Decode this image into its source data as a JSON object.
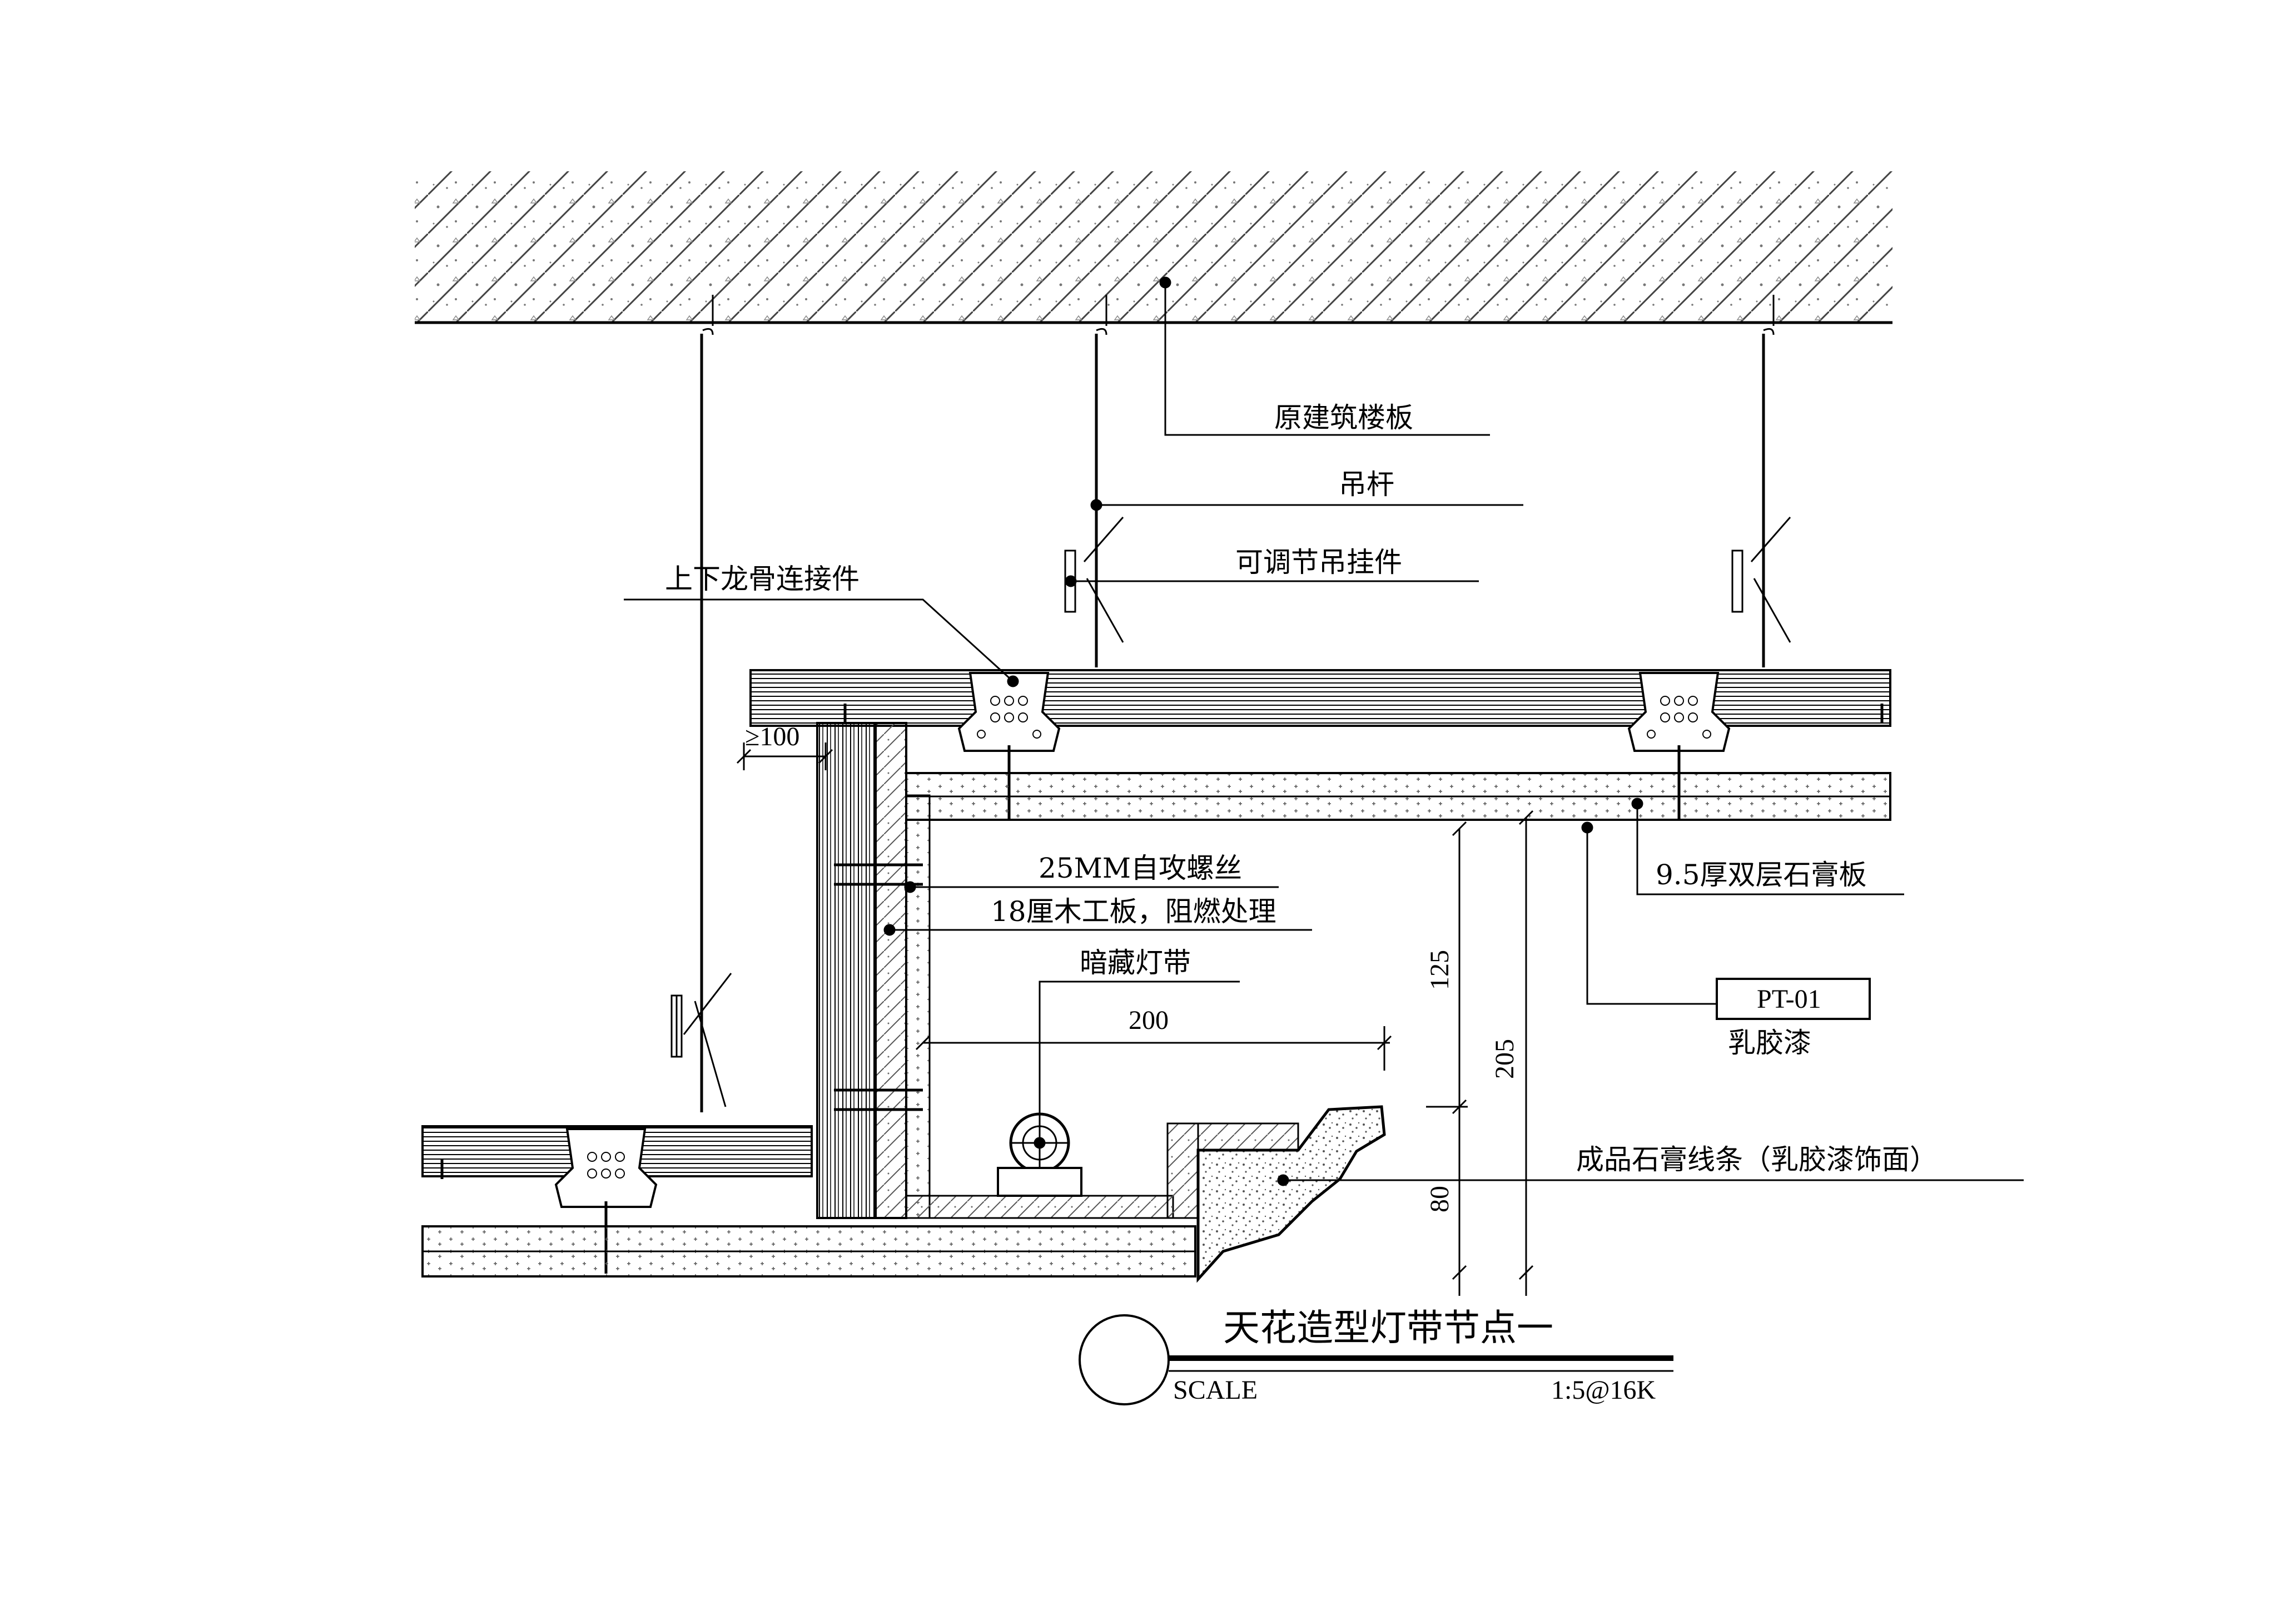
{
  "labels": {
    "floor_slab": "原建筑楼板",
    "hanger_rod": "吊杆",
    "adjustable_hanger": "可调节吊挂件",
    "keel_connector": "上下龙骨连接件",
    "dim_100": "≥100",
    "screw": "25MM自攻螺丝",
    "wood_board": "18厘木工板，阻燃处理",
    "hidden_light": "暗藏灯带",
    "gypsum_board": "9.5厚双层石膏板",
    "paint_code": "PT-01",
    "paint_name": "乳胶漆",
    "cornice": "成品石膏线条（乳胶漆饰面）",
    "dim_200": "200",
    "dim_125": "125",
    "dim_205": "205",
    "dim_80": "80"
  },
  "title_block": {
    "title": "天花造型灯带节点一",
    "scale_label": "SCALE",
    "scale_value": "1:5@16K"
  },
  "colors": {
    "line": "#000000",
    "hatch": "#444444",
    "dots": "#666666"
  }
}
